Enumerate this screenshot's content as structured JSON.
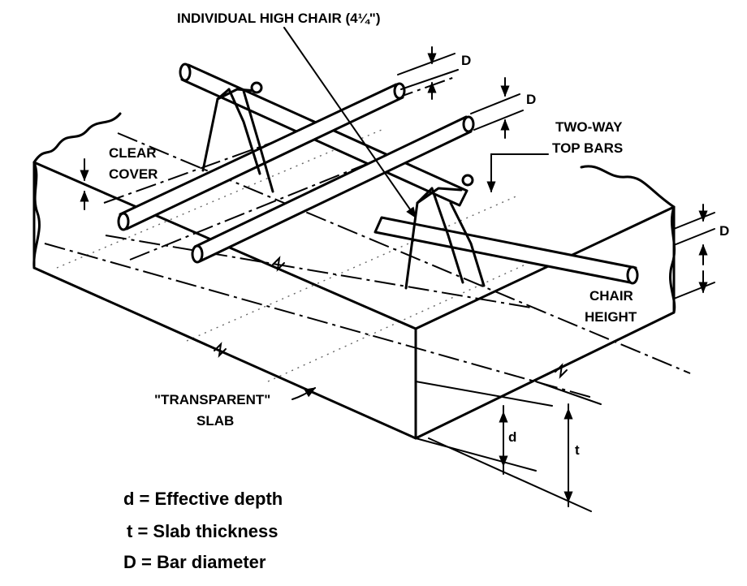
{
  "labels": {
    "individual_high_chair": "INDIVIDUAL HIGH CHAIR (4¼\")",
    "bar_diameter_symbol": "D",
    "two_way_top_bars_line1": "TWO-WAY",
    "two_way_top_bars_line2": "TOP BARS",
    "clear_cover_line1": "CLEAR",
    "clear_cover_line2": "COVER",
    "chair_height_line1": "CHAIR",
    "chair_height_line2": "HEIGHT",
    "transparent_slab_line1": "\"TRANSPARENT\"",
    "transparent_slab_line2": "SLAB",
    "effective_depth_symbol": "d",
    "slab_thickness_symbol": "t"
  },
  "legend": [
    {
      "text": "d = Effective depth"
    },
    {
      "text": "t = Slab thickness"
    },
    {
      "text": "D = Bar diameter"
    }
  ]
}
